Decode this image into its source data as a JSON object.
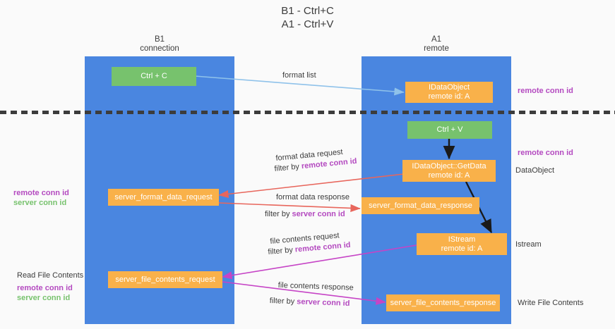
{
  "title": {
    "line1": "B1 - Ctrl+C",
    "line2": "A1 - Ctrl+V"
  },
  "columns": [
    {
      "name": "B1",
      "sub": "connection"
    },
    {
      "name": "A1",
      "sub": "remote"
    }
  ],
  "colors": {
    "lane": "#4a86e0",
    "box_orange": "#f9b14a",
    "box_green": "#77c26d",
    "conn_id_purple": "#b44ac0",
    "conn_id_green": "#77c26d",
    "arrow_blue": "#8fc2ea",
    "arrow_red": "#e8665c",
    "arrow_magenta": "#c644c6",
    "arrow_black": "#1a1a1a",
    "text": "#3c3c3c",
    "background": "#fafafa"
  },
  "boxes": {
    "ctrl_c": {
      "label": "Ctrl + C"
    },
    "ctrl_v": {
      "label": "Ctrl + V"
    },
    "data_object_remote": {
      "line1": "IDataObject",
      "line2": "remote id: A"
    },
    "get_data": {
      "line1": "IDataObject::GetData",
      "line2": "remote id: A"
    },
    "istream": {
      "line1": "IStream",
      "line2": "remote id: A"
    },
    "server_format_data_request": {
      "label": "server_format_data_request"
    },
    "server_format_data_response": {
      "label": "server_format_data_response"
    },
    "server_file_contents_request": {
      "label": "server_file_contents_request"
    },
    "server_file_contents_response": {
      "label": "server_file_contents_response"
    }
  },
  "edge_labels": {
    "format_list": "format list",
    "format_data_request": "format data request",
    "format_data_request_filter_prefix": "filter by ",
    "format_data_request_filter_value": "remote conn id",
    "format_data_response": "format data response",
    "format_data_response_filter_prefix": "filter by ",
    "format_data_response_filter_value": "server conn id",
    "file_contents_request": "file contents request",
    "file_contents_request_filter_prefix": "filter by ",
    "file_contents_request_filter_value": "remote conn id",
    "file_contents_response": "file contents response",
    "file_contents_response_filter_prefix": "filter by ",
    "file_contents_response_filter_value": "server conn id"
  },
  "side_labels": {
    "right_top_conn": "remote conn id",
    "right_mid_conn": "remote conn id",
    "right_data_object": "DataObject",
    "right_istream": "Istream",
    "right_write_file_contents": "Write File Contents",
    "left_mid_remote": "remote conn id",
    "left_mid_server": "server conn id",
    "left_read_file_contents": "Read File Contents",
    "left_bot_remote": "remote conn id",
    "left_bot_server": "server conn id"
  }
}
